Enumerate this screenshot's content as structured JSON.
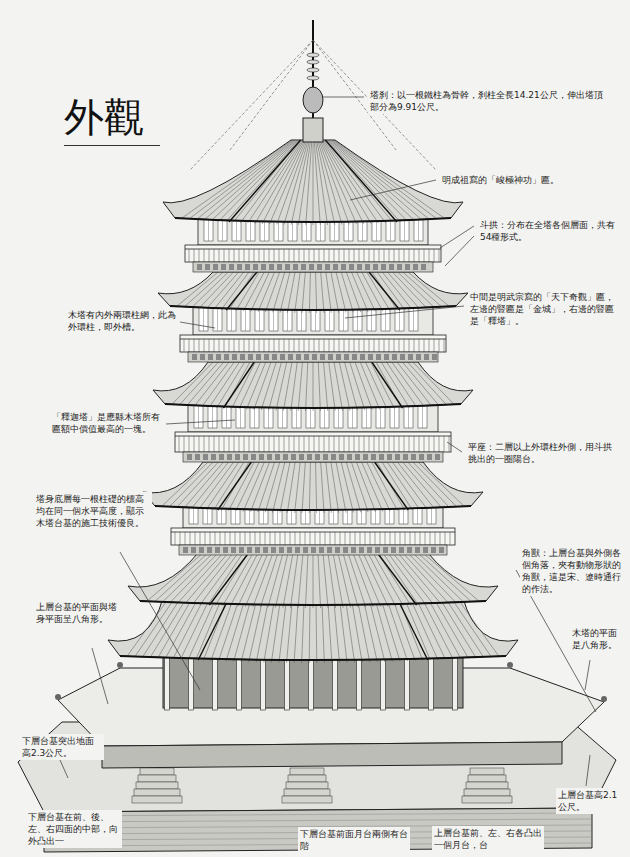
{
  "diagram": {
    "title": "外觀",
    "labels": [
      "塔刹：以一根鐵柱為骨幹，刹柱全長14.21公尺，伸出塔頂部分為9.91公尺。",
      "明成祖寫的「峻極神功」匾。",
      "斗拱：分布在全塔各個層面，共有54種形式。",
      "木塔有內外兩環柱網，此為外環柱，即外槽。",
      "中間是明武宗寫的「天下奇觀」匾，左邊的豎匾是「金城」，右邊的豎匾是「釋塔」。",
      "「釋迦塔」是應縣木塔所有匾額中價值最高的一塊。",
      "平座：二層以上外環柱外側，用斗拱挑出的一圈陽台。",
      "塔身底層每一根柱礎的標高均在同一個水平高度，顯示木塔台基的施工技術優良。",
      "角獸：上層台基與外側各個角落，夾有動物形狀的角獸，這是宋、遼時通行的作法。",
      "上層台基的平面與塔身平面呈八角形。",
      "木塔的平面是八角形。",
      "下層台基突出地面高2.3公尺。",
      "上層台基高2.1公尺。",
      "下層台基在前、後、左、右四面的中部，向外凸出一",
      "下層台基前面月台兩側有台階",
      "上層台基前、左、右各凸出一個月台，台"
    ]
  }
}
